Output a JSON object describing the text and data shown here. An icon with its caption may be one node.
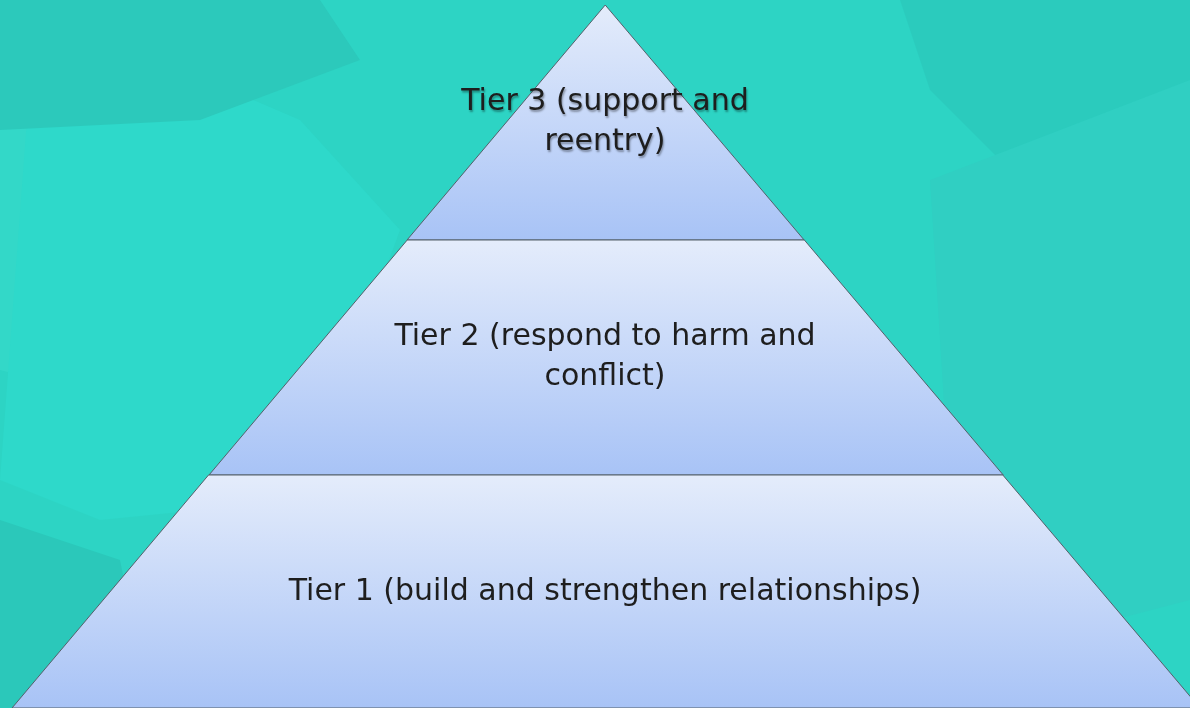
{
  "diagram": {
    "nodes": [
      {
        "text": [
          "Tier 3 (support and reentry)"
        ]
      },
      {
        "text": [
          "Tier 2 (respond to harm and conflict)"
        ]
      },
      {
        "text": [
          "Tier 1 (build and strengthen relationships)"
        ]
      }
    ]
  }
}
